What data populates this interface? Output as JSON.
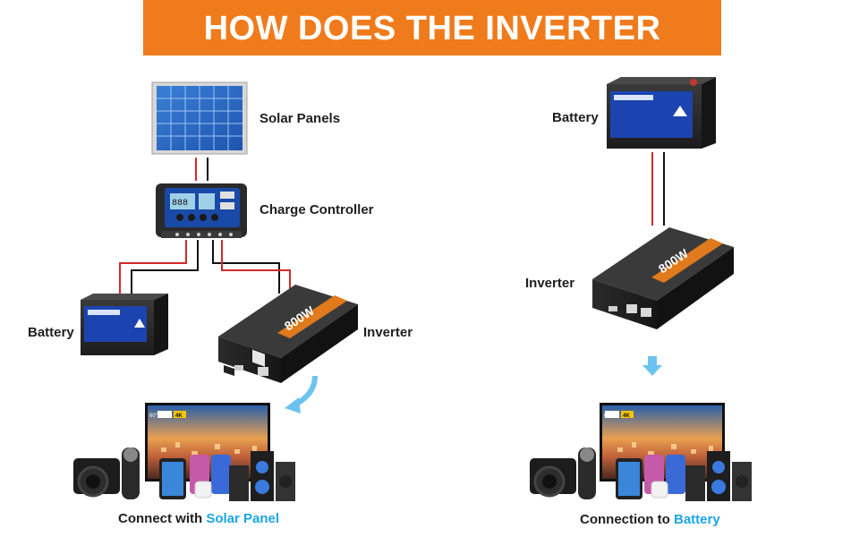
{
  "banner": {
    "title": "HOW DOES THE INVERTER WORK?"
  },
  "left_diagram": {
    "solar_panels_label": "Solar Panels",
    "charge_controller_label": "Charge Controller",
    "battery_label": "Battery",
    "inverter_label": "Inverter",
    "caption_prefix": "Connect with ",
    "caption_highlight": "Solar Panel"
  },
  "right_diagram": {
    "battery_label": "Battery",
    "inverter_label": "Inverter",
    "caption_prefix": "Connection to ",
    "caption_highlight": "Battery"
  },
  "devices": {
    "tv_size_badge": "60\"",
    "tv_res_badge": "4K",
    "inverter_power": "800W",
    "controller_display": "888"
  },
  "colors": {
    "accent": "#f07b1c",
    "highlight": "#1aa5e6",
    "wire_positive": "#d32a2a",
    "wire_negative": "#111111"
  }
}
